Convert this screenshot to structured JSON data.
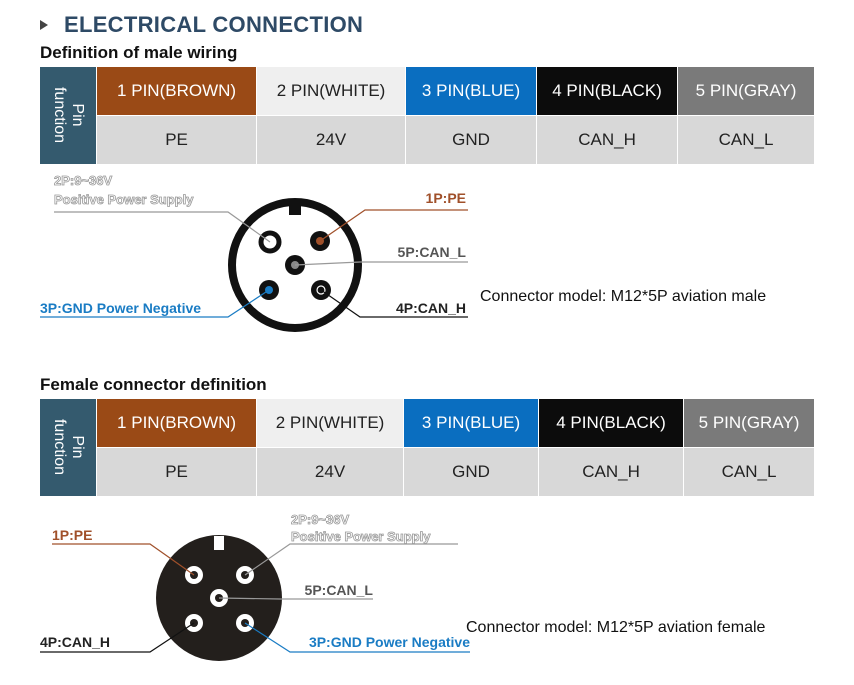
{
  "header": {
    "title": "ELECTRICAL CONNECTION"
  },
  "side_label": {
    "line1": "Pin",
    "line2": "function"
  },
  "male": {
    "section_title": "Definition of male wiring",
    "pins": [
      {
        "label": "1 PIN(BROWN)",
        "function": "PE"
      },
      {
        "label": "2 PIN(WHITE)",
        "function": "24V"
      },
      {
        "label": "3 PIN(BLUE)",
        "function": "GND"
      },
      {
        "label": "4 PIN(BLACK)",
        "function": "CAN_H"
      },
      {
        "label": "5 PIN(GRAY)",
        "function": "CAN_L"
      }
    ],
    "callouts": {
      "p2_line1": "2P:9~36V",
      "p2_line2": "Positive Power Supply",
      "p1": "1P:PE",
      "p5": "5P:CAN_L",
      "p3": "3P:GND Power Negative",
      "p4": "4P:CAN_H"
    },
    "model": "Connector model: M12*5P aviation male"
  },
  "female": {
    "section_title": "Female connector definition",
    "pins": [
      {
        "label": "1 PIN(BROWN)",
        "function": "PE"
      },
      {
        "label": "2 PIN(WHITE)",
        "function": "24V"
      },
      {
        "label": "3 PIN(BLUE)",
        "function": "GND"
      },
      {
        "label": "4 PIN(BLACK)",
        "function": "CAN_H"
      },
      {
        "label": "5 PIN(GRAY)",
        "function": "CAN_L"
      }
    ],
    "callouts": {
      "p1": "1P:PE",
      "p2_line1": "2P:9~36V",
      "p2_line2": "Positive Power Supply",
      "p5": "5P:CAN_L",
      "p4": "4P:CAN_H",
      "p3": "3P:GND Power Negative"
    },
    "model": "Connector model: M12*5P aviation female"
  },
  "colors": {
    "brown": "#9a4a16",
    "white": "#efefef",
    "blue": "#0a6ec0",
    "black": "#0c0c0c",
    "gray": "#7a7a7a",
    "side": "#345a6e",
    "title": "#2e4a66",
    "callout_brown": "#a0502a",
    "callout_blue": "#1a7cc4",
    "callout_gray": "#999999"
  }
}
